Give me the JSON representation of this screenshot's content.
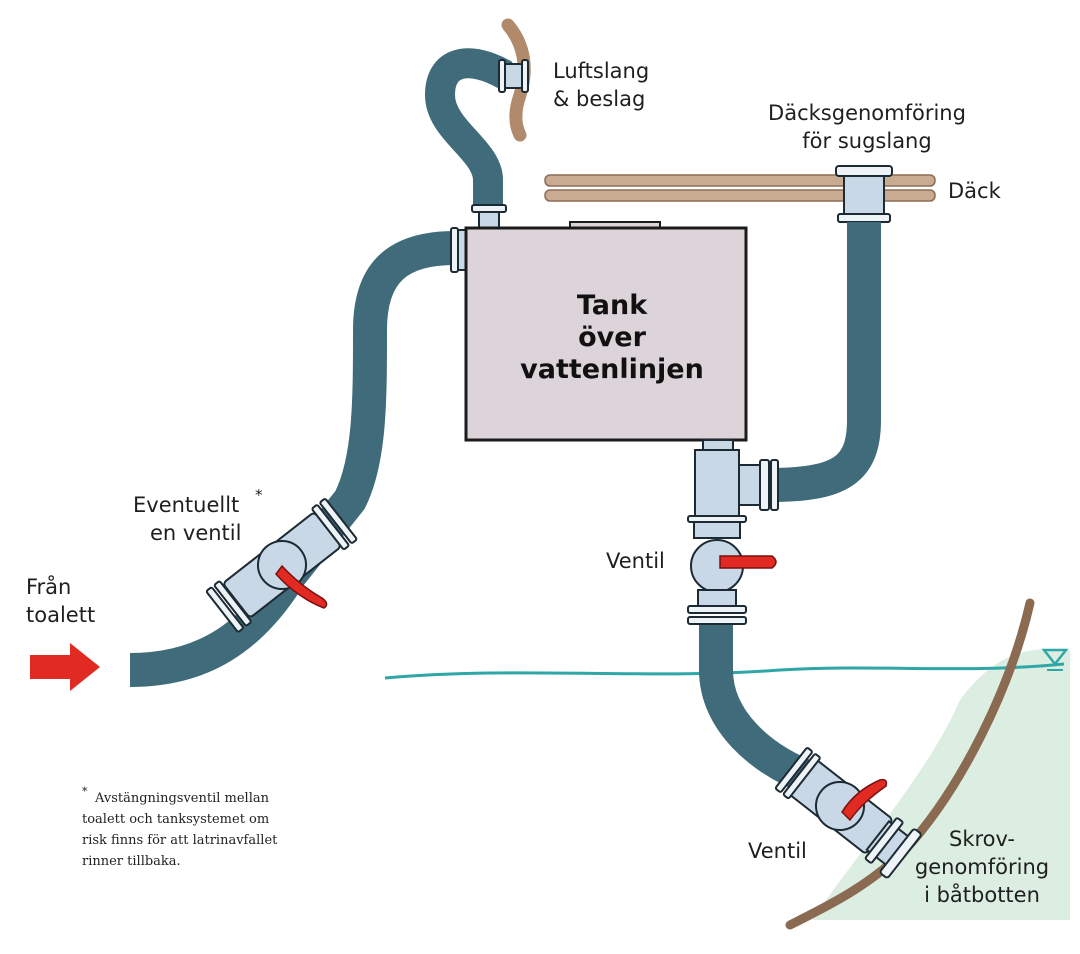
{
  "labels": {
    "air_hose": [
      "Luftslang",
      "& beslag"
    ],
    "deck_fitting": [
      "Däcksgenomföring",
      "för sugslang"
    ],
    "deck": "Däck",
    "tank": [
      "Tank",
      "över",
      "vattenlinjen"
    ],
    "optional_valve": [
      "Eventuellt",
      "en ventil"
    ],
    "optional_valve_mark": "*",
    "from_toilet": [
      "Från",
      "toalett"
    ],
    "valve_upper": "Ventil",
    "valve_lower": "Ventil",
    "hull_fitting": [
      "Skrov-",
      "genomföring",
      "i båtbotten"
    ]
  },
  "footnote": {
    "mark": "*",
    "lines": [
      "Avstängningsventil mellan",
      "toalett och tanksystemet om",
      "risk finns för att latrinavfallet",
      "rinner tillbaka."
    ]
  },
  "colors": {
    "hose": "#3f6b7a",
    "tank": "#ddd4d9",
    "deck": "#c8a78c",
    "water": "#2fa7a6",
    "hull": "#8a6a50",
    "underwater": "#dceee1",
    "valve_handle": "#e02a22",
    "arrow": "#e02a22"
  }
}
